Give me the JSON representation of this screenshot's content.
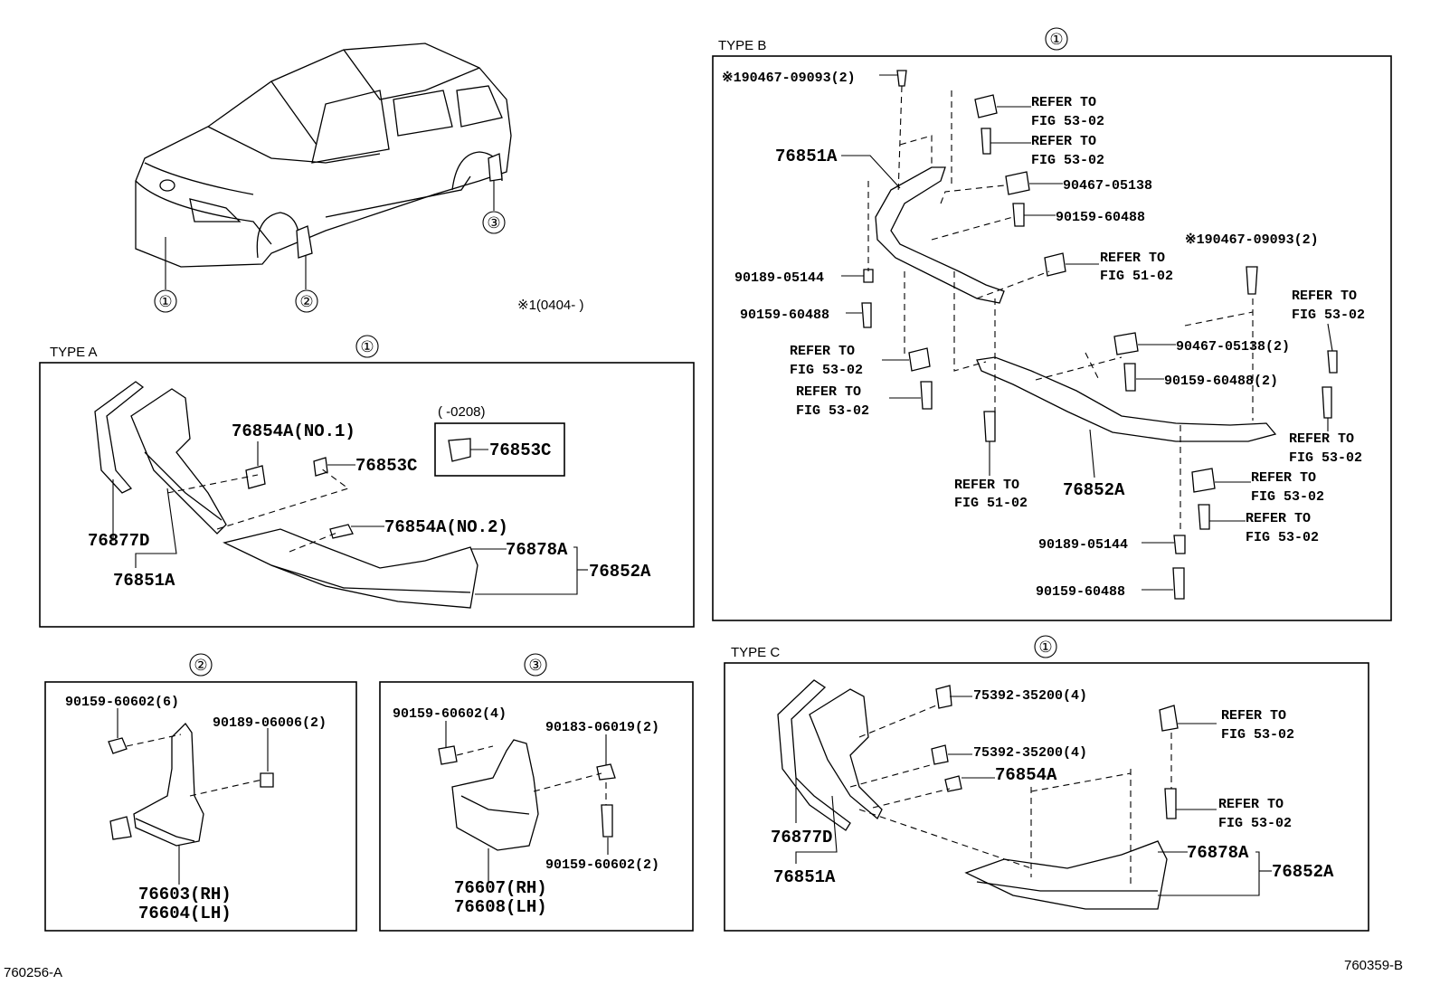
{
  "diagram_refs": {
    "left": "760256-A",
    "right": "760359-B"
  },
  "overview": {
    "callouts": [
      "①",
      "②",
      "③"
    ],
    "note": "※1(0404-     )"
  },
  "type_a": {
    "title": "TYPE A",
    "callout": "①",
    "inset_range": "(     -0208)",
    "parts": {
      "p76854a_no1": "76854A(NO.1)",
      "p76853c": "76853C",
      "p76853c_inset": "76853C",
      "p76854a_no2": "76854A(NO.2)",
      "p76877d": "76877D",
      "p76851a": "76851A",
      "p76878a": "76878A",
      "p76852a": "76852A"
    }
  },
  "type_b": {
    "title": "TYPE B",
    "callout": "①",
    "labels": {
      "clip_top": "※190467-09093(2)",
      "refer1a": "REFER TO",
      "refer1b": "FIG 53-02",
      "refer2a": "REFER TO",
      "refer2b": "FIG 53-02",
      "p76851a": "76851A",
      "p90467_05138": "90467-05138",
      "p90159_60488_a": "90159-60488",
      "clip_right": "※190467-09093(2)",
      "refer3a": "REFER TO",
      "refer3b": "FIG 51-02",
      "p90189_05144_a": "90189-05144",
      "p90159_60488_b": "90159-60488",
      "refer4a": "REFER TO",
      "refer4b": "FIG 53-02",
      "refer5a": "REFER TO",
      "refer5b": "FIG 53-02",
      "refer6a": "REFER TO",
      "refer6b": "FIG 53-02",
      "p90467_05138_2": "90467-05138(2)",
      "p90159_60488_2": "90159-60488(2)",
      "refer7a": "REFER TO",
      "refer7b": "FIG 53-02",
      "refer8a": "REFER TO",
      "refer8b": "FIG 51-02",
      "p76852a": "76852A",
      "refer9a": "REFER TO",
      "refer9b": "FIG 53-02",
      "refer10a": "REFER TO",
      "refer10b": "FIG 53-02",
      "p90189_05144_b": "90189-05144",
      "p90159_60488_c": "90159-60488"
    }
  },
  "type_c": {
    "title": "TYPE C",
    "callout": "①",
    "labels": {
      "p75392_a": "75392-35200(4)",
      "p75392_b": "75392-35200(4)",
      "p76854a": "76854A",
      "refer1a": "REFER TO",
      "refer1b": "FIG 53-02",
      "refer2a": "REFER TO",
      "refer2b": "FIG 53-02",
      "p76877d": "76877D",
      "p76851a": "76851A",
      "p76878a": "76878A",
      "p76852a": "76852A"
    }
  },
  "mudguard_front": {
    "callout": "②",
    "labels": {
      "screw": "90159-60602(6)",
      "nut": "90189-06006(2)",
      "rh": "76603(RH)",
      "lh": "76604(LH)"
    }
  },
  "mudguard_rear": {
    "callout": "③",
    "labels": {
      "screw": "90159-60602(4)",
      "nut": "90183-06019(2)",
      "screw2": "90159-60602(2)",
      "rh": "76607(RH)",
      "lh": "76608(LH)"
    }
  }
}
